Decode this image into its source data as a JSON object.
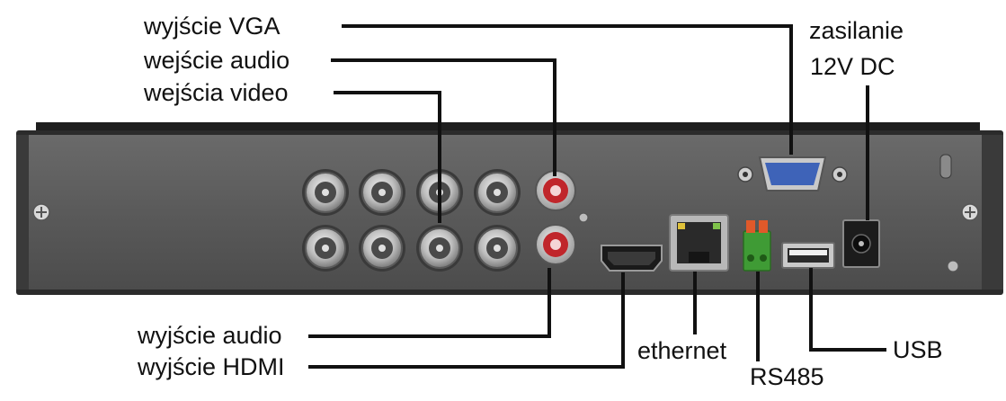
{
  "labels": {
    "vga_out": "wyjście VGA",
    "audio_in": "wejście audio",
    "video_in": "wejścia video",
    "audio_out": "wyjście audio",
    "hdmi_out": "wyjście HDMI",
    "ethernet": "ethernet",
    "rs485": "RS485",
    "usb": "USB",
    "power": "zasilanie",
    "power_spec": "12V DC"
  },
  "colors": {
    "panel": "#5a5a5a",
    "panel_dark": "#2a2a2a",
    "leader_line": "#111111",
    "audio_jack": "#c0262b",
    "rs485_terminal": "#3f9b35",
    "rs485_lever": "#e0592a",
    "vga_port": "#3e63b8"
  }
}
